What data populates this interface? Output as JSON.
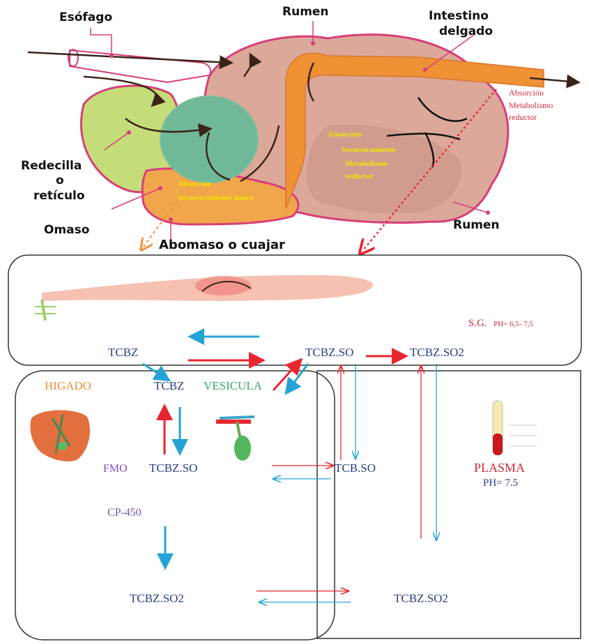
{
  "stomach": {
    "labels": {
      "esofago": "Esófago",
      "rumen_top": "Rumen",
      "intestino_1": "Intestino",
      "intestino_2": "delgado",
      "redecilla_1": "Redecilla",
      "redecilla_2": "o",
      "redecilla_3": "retículo",
      "omaso": "Omaso",
      "rumen_bottom": "Rumen",
      "abomaso": "Abomaso o cuajar"
    },
    "intestine_notes": [
      "Absorción",
      "Metabolismo",
      "reductor"
    ],
    "rumen_notes": [
      "Absorción",
      "Secuestramiento",
      "Metabolismo",
      "reductor"
    ],
    "abomaso_notes": [
      "Absorción",
      "Secuestramiento iónico"
    ]
  },
  "gi": {
    "sg_label": "S.G.",
    "sg_ph": "PH= 6,5- 7,5"
  },
  "nodes": {
    "tcbz_gi": "TCBZ",
    "tcbzso_gi": "TCBZ.SO",
    "tcbzso2_gi": "TCBZ.SO2",
    "tcbz_liver": "TCBZ",
    "tcbzso_liver": "TCBZ.SO",
    "tcbzso2_liver": "TCBZ.SO2",
    "tcbso_plasma": "TCB.SO",
    "tcbzso2_plasma": "TCBZ.SO2"
  },
  "liver": {
    "higado": "HIGADO",
    "vesicula": "VESICULA",
    "fmo": "FMO",
    "cp450": "CP-450"
  },
  "plasma": {
    "label": "PLASMA",
    "ph": "PH= 7.5"
  },
  "colors": {
    "red_arrow": "#e8262f",
    "blue_arrow": "#25a3d6",
    "node_text": "#243f86",
    "stomach_pink": "#dba89a",
    "stomach_outline": "#d63f78",
    "orange_tube": "#ef9135",
    "reticulum_green": "#c5dd78",
    "omasum_teal": "#6fb898"
  }
}
